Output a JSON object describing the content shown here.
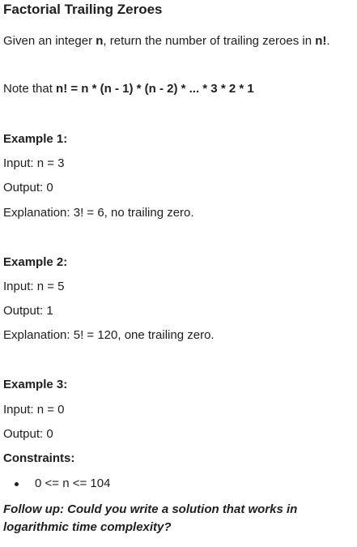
{
  "title": "Factorial Trailing Zeroes",
  "intro": {
    "prefix": "Given an integer ",
    "var_n": "n",
    "middle": ", return the number of trailing zeroes in ",
    "var_nfact": "n!",
    "suffix": "."
  },
  "note": {
    "prefix": "Note that ",
    "formula": "n! = n * (n - 1) * (n - 2) * ... * 3 * 2 * 1"
  },
  "examples": [
    {
      "heading": "Example 1:",
      "input": "Input: n = 3",
      "output": "Output: 0",
      "explanation": "Explanation: 3! = 6, no trailing zero."
    },
    {
      "heading": "Example 2:",
      "input": "Input: n = 5",
      "output": "Output: 1",
      "explanation": "Explanation: 5! = 120, one trailing zero."
    },
    {
      "heading": "Example 3:",
      "input": "Input: n = 0",
      "output": "Output: 0"
    }
  ],
  "constraints": {
    "heading": "Constraints:",
    "items": [
      "0 <= n <= 104"
    ]
  },
  "follow_up": "Follow up: Could you write a solution that works in logarithmic time complexity?"
}
